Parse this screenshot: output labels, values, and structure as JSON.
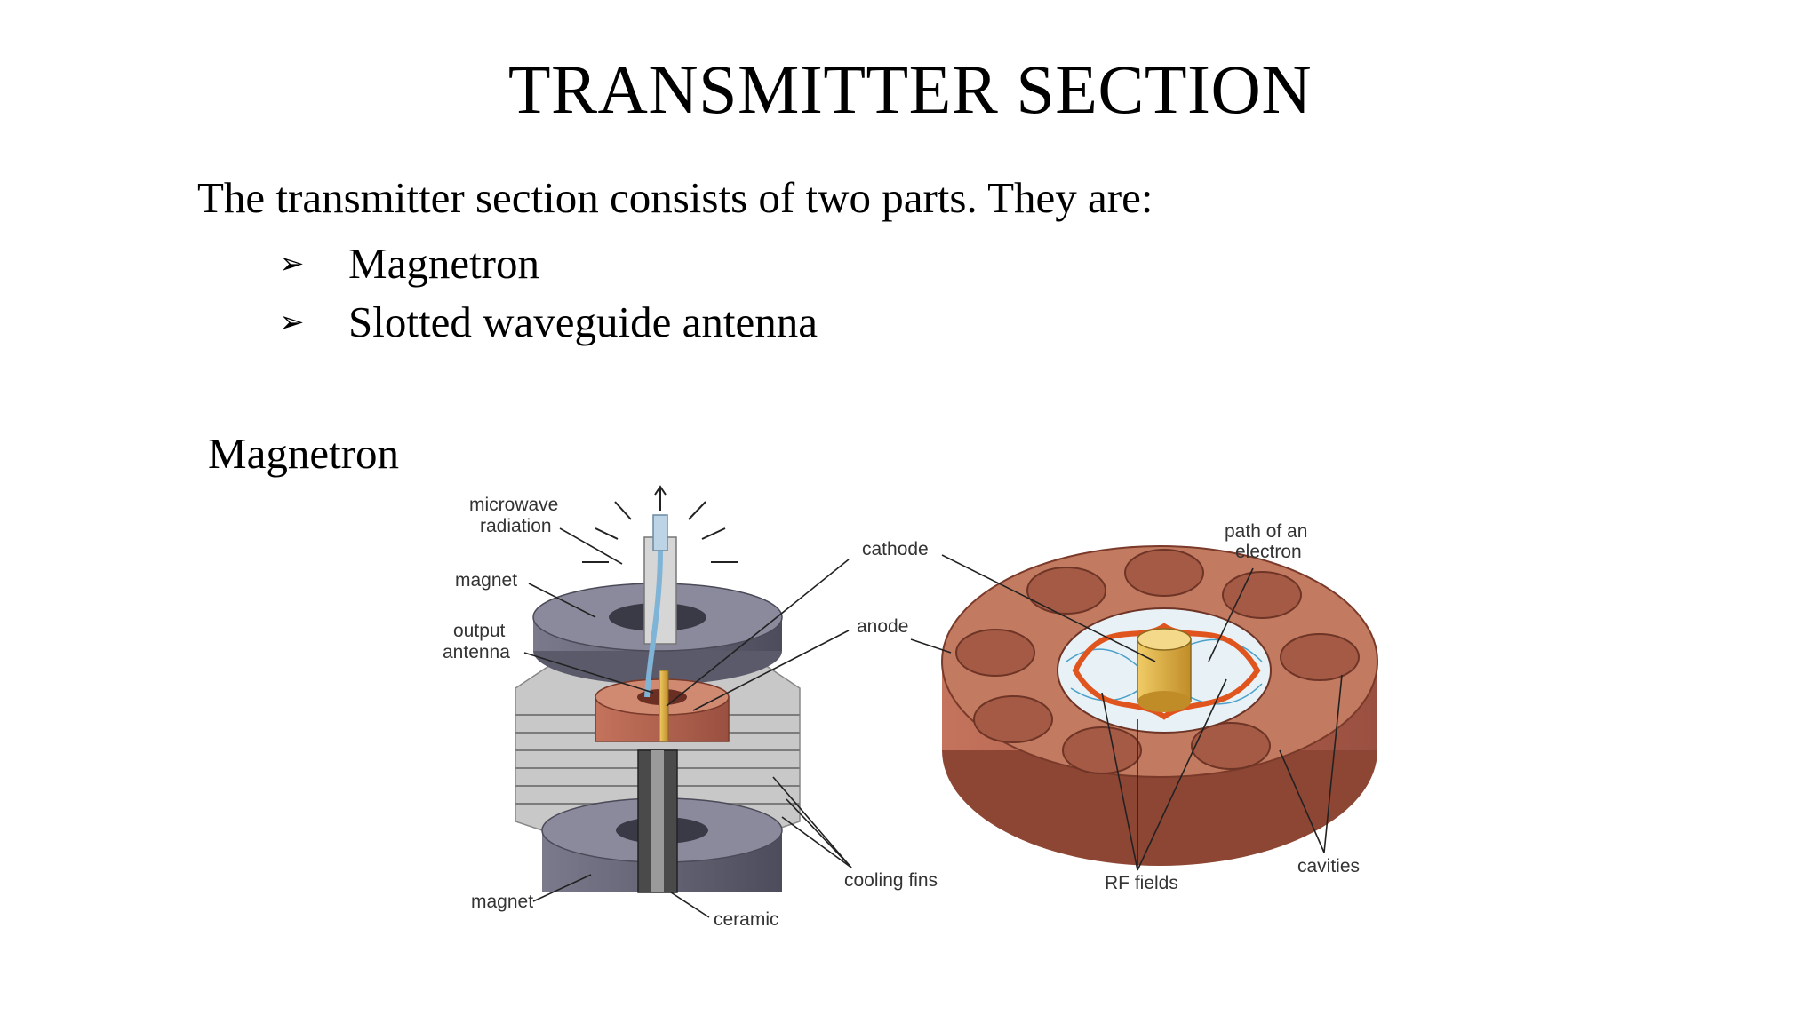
{
  "slide": {
    "title": "TRANSMITTER SECTION",
    "intro": "The transmitter section consists of two parts. They are:",
    "bullets": [
      {
        "marker": "➢",
        "text": "Magnetron"
      },
      {
        "marker": "➢",
        "text": "Slotted waveguide antenna"
      }
    ],
    "subheading": "Magnetron"
  },
  "figure": {
    "labels": {
      "microwave_radiation_1": "microwave",
      "microwave_radiation_2": "radiation",
      "magnet_top": "magnet",
      "output_antenna_1": "output",
      "output_antenna_2": "antenna",
      "cathode": "cathode",
      "anode": "anode",
      "path_electron_1": "path of an",
      "path_electron_2": "electron",
      "cooling_fins": "cooling fins",
      "magnet_bottom": "magnet",
      "ceramic": "ceramic",
      "rf_fields": "RF fields",
      "cavities": "cavities"
    },
    "colors": {
      "copper": "#b4604a",
      "copper_dark": "#8e4634",
      "magnet": "#5c5c6e",
      "fins": "#b8b8b8",
      "cathode": "#d9a93a",
      "electron_path": "#e0551e",
      "rf_field": "#4aa0c8"
    }
  }
}
